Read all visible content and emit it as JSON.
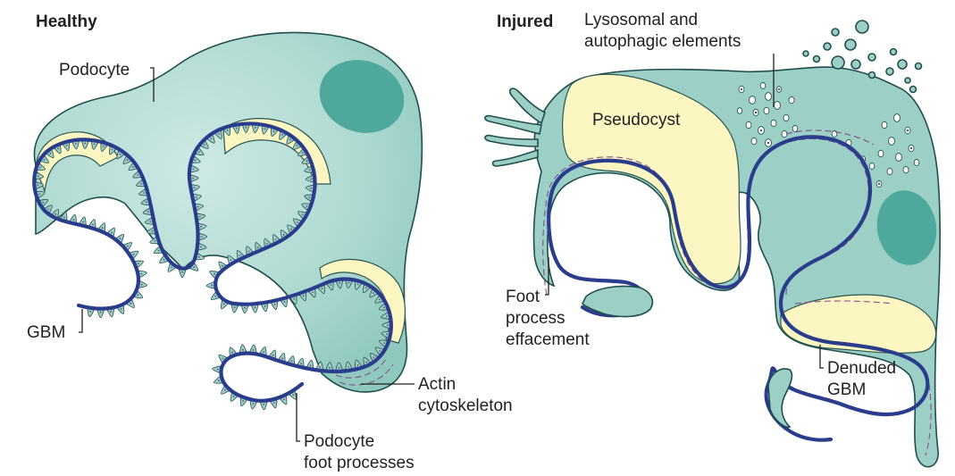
{
  "panels": {
    "healthy": {
      "title": "Healthy",
      "labels": {
        "podocyte": "Podocyte",
        "gbm": "GBM",
        "actin": [
          "Actin",
          "cytoskeleton"
        ],
        "foot_processes": [
          "Podocyte",
          "foot processes"
        ]
      }
    },
    "injured": {
      "title": "Injured",
      "labels": {
        "lysosomal": [
          "Lysosomal and",
          "autophagic elements"
        ],
        "pseudocyst": "Pseudocyst",
        "effacement": [
          "Foot",
          "process",
          "effacement"
        ],
        "denuded": [
          "Denuded",
          "GBM"
        ]
      }
    }
  },
  "colors": {
    "cytoplasm": "#9ccfc6",
    "cytoplasm_light": "#bfe2dc",
    "nucleus": "#4fa89c",
    "gbm": "#2a3d8c",
    "pseudocyst": "#fbf6c2",
    "actin": "#8a4d8a"
  }
}
